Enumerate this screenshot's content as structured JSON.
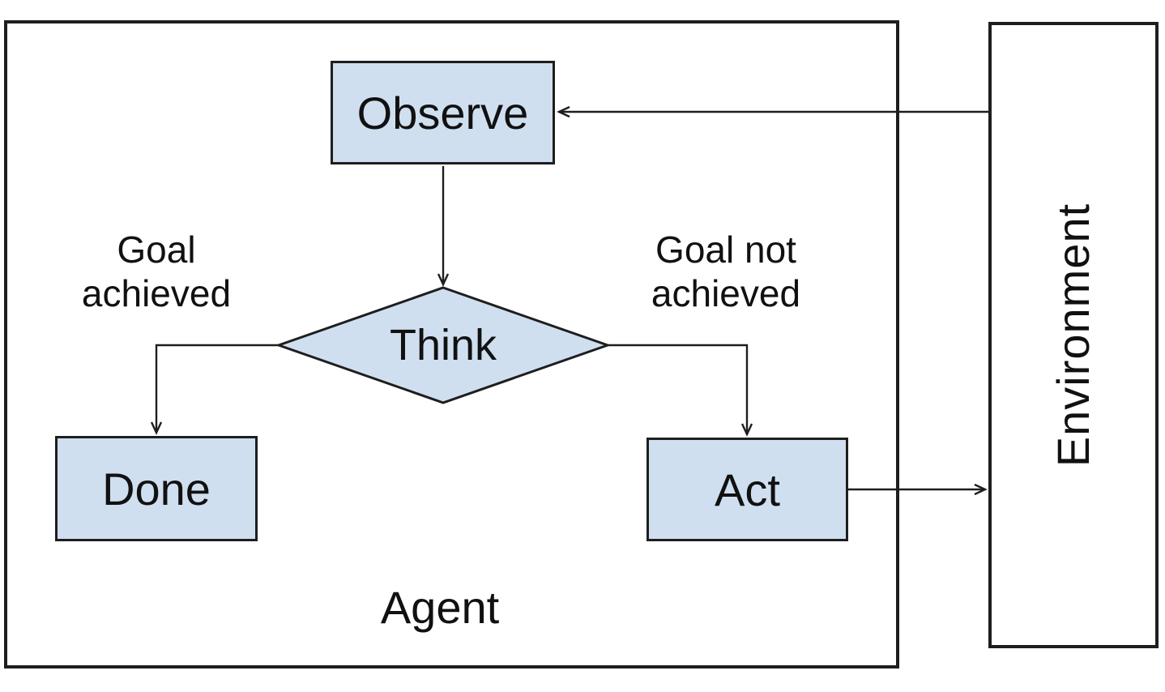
{
  "diagram": {
    "containers": {
      "agent": {
        "label": "Agent"
      },
      "environment": {
        "label": "Environment"
      }
    },
    "nodes": {
      "observe": {
        "label": "Observe",
        "shape": "rectangle"
      },
      "think": {
        "label": "Think",
        "shape": "diamond"
      },
      "done": {
        "label": "Done",
        "shape": "rectangle"
      },
      "act": {
        "label": "Act",
        "shape": "rectangle"
      }
    },
    "edge_labels": {
      "goal_achieved": {
        "line1": "Goal",
        "line2": "achieved"
      },
      "goal_not_achieved": {
        "line1": "Goal not",
        "line2": "achieved"
      }
    },
    "edges": [
      {
        "from": "environment",
        "to": "observe"
      },
      {
        "from": "observe",
        "to": "think"
      },
      {
        "from": "think",
        "to": "done",
        "label": "Goal achieved"
      },
      {
        "from": "think",
        "to": "act",
        "label": "Goal not achieved"
      },
      {
        "from": "act",
        "to": "environment"
      }
    ],
    "colors": {
      "node_fill": "#cfdff0",
      "stroke": "#1e1e1e",
      "text": "#111111",
      "background": "#ffffff"
    }
  }
}
